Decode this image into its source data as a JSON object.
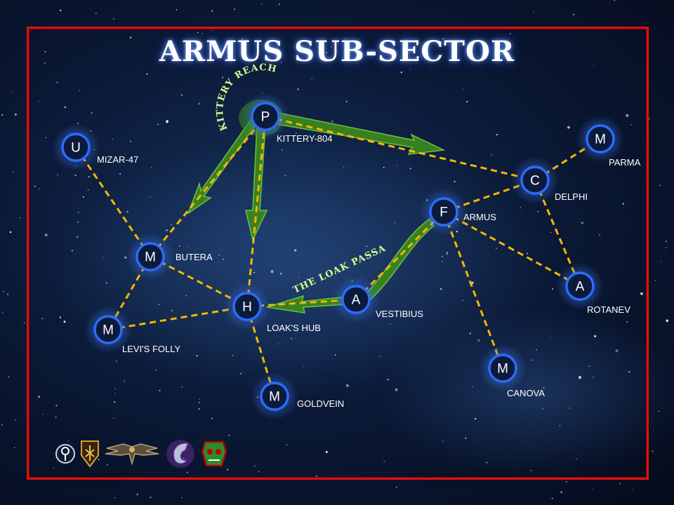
{
  "title": "ARMUS SUB-SECTOR",
  "colors": {
    "frame": "#e01010",
    "lane": "#f5b800",
    "route_fill": "#3c8a1c",
    "route_edge": "#7ad13a",
    "node_ring": "#2a6cff",
    "node_fill": "#0c1a3c"
  },
  "systems": [
    {
      "id": "kittery",
      "letter": "P",
      "name": "KITTERY-804"
    },
    {
      "id": "mizar",
      "letter": "U",
      "name": "MIZAR-47"
    },
    {
      "id": "butera",
      "letter": "M",
      "name": "BUTERA"
    },
    {
      "id": "levis",
      "letter": "M",
      "name": "LEVI'S FOLLY"
    },
    {
      "id": "loak",
      "letter": "H",
      "name": "LOAK'S HUB"
    },
    {
      "id": "goldvein",
      "letter": "M",
      "name": "GOLDVEIN"
    },
    {
      "id": "vestibius",
      "letter": "A",
      "name": "VESTIBIUS"
    },
    {
      "id": "armus",
      "letter": "F",
      "name": "ARMUS"
    },
    {
      "id": "delphi",
      "letter": "C",
      "name": "DELPHI"
    },
    {
      "id": "parma",
      "letter": "M",
      "name": "PARMA"
    },
    {
      "id": "rotanev",
      "letter": "A",
      "name": "ROTANEV"
    },
    {
      "id": "canova",
      "letter": "M",
      "name": "CANOVA"
    }
  ],
  "lanes": [
    [
      "mizar",
      "butera"
    ],
    [
      "butera",
      "kittery"
    ],
    [
      "butera",
      "levis"
    ],
    [
      "butera",
      "loak"
    ],
    [
      "levis",
      "loak"
    ],
    [
      "loak",
      "kittery"
    ],
    [
      "loak",
      "goldvein"
    ],
    [
      "loak",
      "vestibius"
    ],
    [
      "vestibius",
      "armus"
    ],
    [
      "armus",
      "delphi"
    ],
    [
      "armus",
      "rotanev"
    ],
    [
      "armus",
      "canova"
    ],
    [
      "delphi",
      "parma"
    ],
    [
      "delphi",
      "rotanev"
    ],
    [
      "kittery",
      "delphi"
    ]
  ],
  "routes": [
    {
      "id": "kittery-reach",
      "label": "KITTERY REACH"
    },
    {
      "id": "loak-passage",
      "label": "THE LOAK PASSAGE"
    }
  ],
  "emblems": [
    {
      "icon": "eldar-rune-icon"
    },
    {
      "icon": "mechanicus-shield-icon"
    },
    {
      "icon": "imperial-aquila-icon"
    },
    {
      "icon": "tyranid-claw-icon"
    },
    {
      "icon": "ork-skull-icon"
    }
  ]
}
